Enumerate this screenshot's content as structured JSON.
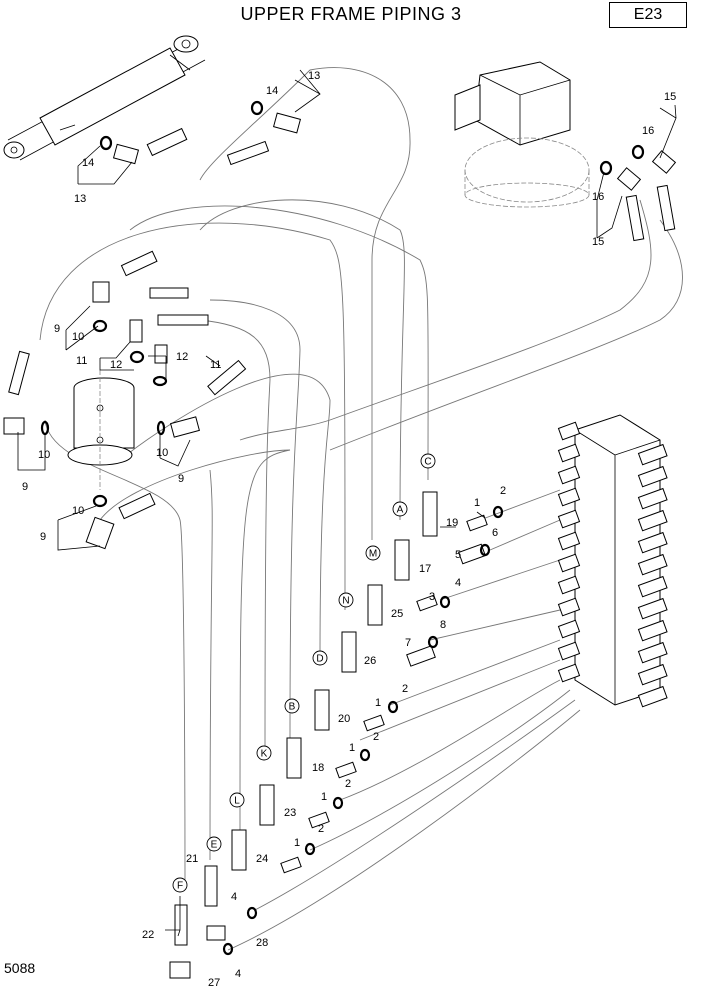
{
  "header": {
    "title": "UPPER FRAME PIPING 3",
    "code": "E23"
  },
  "footer": {
    "drawing_number": "5088"
  },
  "callouts": {
    "C": "C",
    "A": "A",
    "M": "M",
    "N": "N",
    "D": "D",
    "B": "B",
    "K": "K",
    "L": "L",
    "E": "E",
    "F": "F"
  },
  "part_labels": {
    "p1": "1",
    "p2": "2",
    "p3": "3",
    "p4": "4",
    "p5": "5",
    "p6": "6",
    "p7": "7",
    "p8": "8",
    "p9": "9",
    "p10": "10",
    "p11": "11",
    "p12": "12",
    "p13": "13",
    "p14": "14",
    "p15": "15",
    "p16": "16",
    "p17": "17",
    "p18": "18",
    "p19": "19",
    "p20": "20",
    "p21": "21",
    "p22": "22",
    "p23": "23",
    "p24": "24",
    "p25": "25",
    "p26": "26",
    "p27": "27",
    "p28": "28"
  }
}
